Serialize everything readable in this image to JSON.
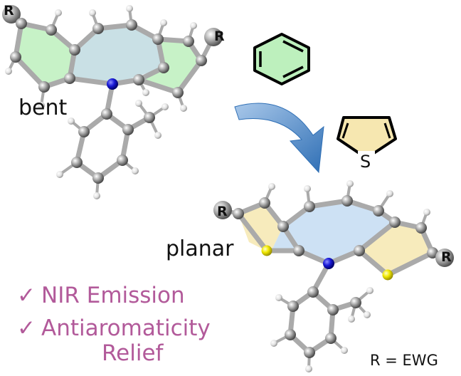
{
  "labels": {
    "bent": "bent",
    "planar": "planar",
    "r_def": "R = EWG",
    "r_atom": "R",
    "s_atom": "S"
  },
  "bullets": [
    {
      "check": "✓",
      "text": "NIR Emission"
    },
    {
      "check": "✓",
      "text": "Antiaromaticity"
    },
    {
      "check": "",
      "text": "Relief"
    }
  ],
  "colors": {
    "benzene_fill": "#bdf0bd",
    "thiophene_fill": "#f6e7b0",
    "central_ring_fill": "#c4dcf2",
    "bent_central_fill": "#bfdbe0",
    "nitrogen": "#1a1ad8",
    "sulfur": "#f0e800",
    "carbon": "#8a8a8a",
    "bond": "#aaaaaa",
    "arrow": "#4a86c4",
    "bullet_text": "#b25a9a"
  }
}
